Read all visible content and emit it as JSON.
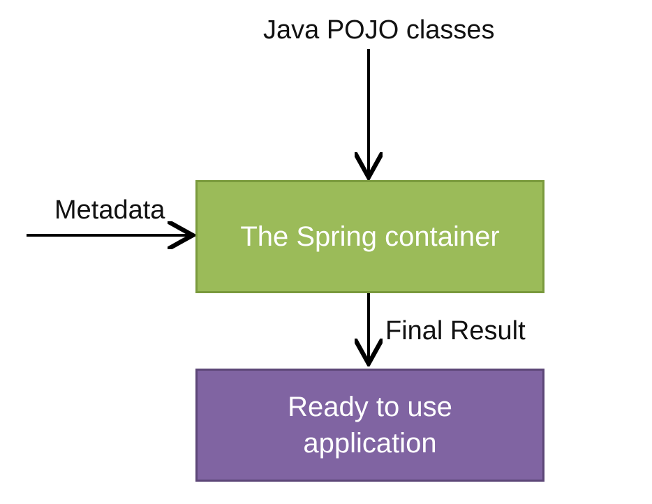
{
  "nodes": {
    "pojo": "Java POJO classes",
    "metadata": "Metadata",
    "container": "The Spring container",
    "final_result": "Final Result",
    "ready_line1": "Ready to use",
    "ready_line2": "application"
  },
  "colors": {
    "container_fill": "#9bbb59",
    "container_border": "#7a9a3d",
    "ready_fill": "#8064a2",
    "ready_border": "#5c4677",
    "arrow": "#000000"
  }
}
